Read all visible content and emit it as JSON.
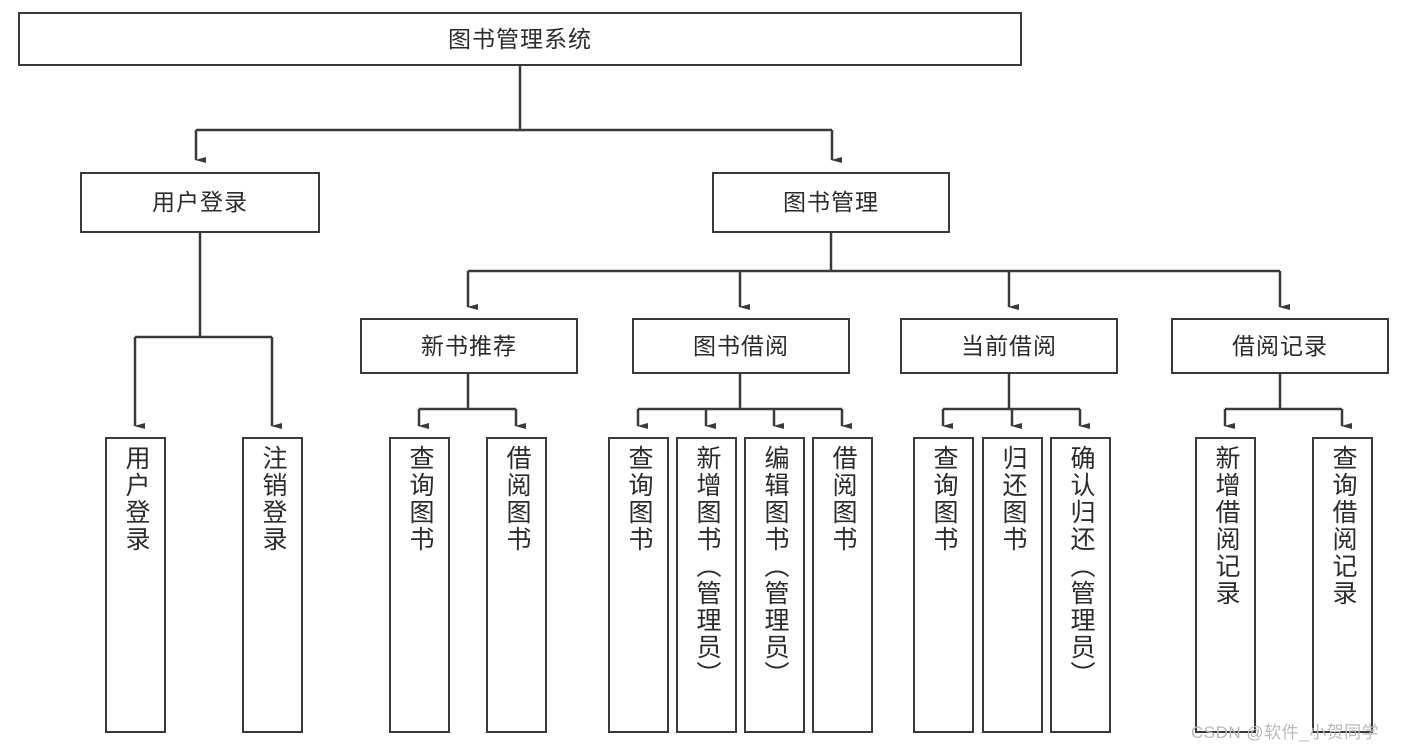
{
  "diagram": {
    "title": "图书管理系统",
    "type": "tree-hierarchy-chart",
    "colors": {
      "background": "#ffffff",
      "box_border": "#3a3a3a",
      "box_fill": "#ffffff",
      "text": "#2b2b2b",
      "edge": "#3a3a3a",
      "watermark": "#b9b9b9"
    },
    "root": {
      "label": "图书管理系统"
    },
    "level1": [
      {
        "label": "用户登录"
      },
      {
        "label": "图书管理"
      }
    ],
    "level2": [
      {
        "label": "新书推荐"
      },
      {
        "label": "图书借阅"
      },
      {
        "label": "当前借阅"
      },
      {
        "label": "借阅记录"
      }
    ],
    "leaves": {
      "user_login": [
        {
          "label": "用户登录"
        },
        {
          "label": "注销登录"
        }
      ],
      "new_book_recommend": [
        {
          "label": "查询图书"
        },
        {
          "label": "借阅图书"
        }
      ],
      "book_borrow": [
        {
          "label": "查询图书"
        },
        {
          "label": "新增图书（管理员）"
        },
        {
          "label": "编辑图书（管理员）"
        },
        {
          "label": "借阅图书"
        }
      ],
      "current_borrow": [
        {
          "label": "查询图书"
        },
        {
          "label": "归还图书"
        },
        {
          "label": "确认归还（管理员）"
        }
      ],
      "borrow_record": [
        {
          "label": "新增借阅记录"
        },
        {
          "label": "查询借阅记录"
        }
      ]
    }
  },
  "watermark": {
    "text": "CSDN @软件_小贺同学"
  }
}
